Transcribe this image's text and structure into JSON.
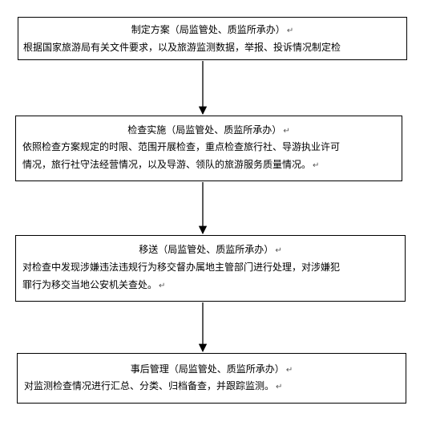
{
  "return_mark": "↵",
  "steps": [
    {
      "title": "制定方案（局监管处、质监所承办）",
      "lines": [
        "根据国家旅游局有关文件要求，以及旅游监测数据，举报、投诉情况制定检"
      ]
    },
    {
      "title": "检查实施（局监管处、质监所承办）",
      "lines": [
        "依照检查方案规定的时限、范围开展检查，重点检查旅行社、导游执业许可",
        "情况，旅行社守法经营情况，以及导游、领队的旅游服务质量情况。"
      ]
    },
    {
      "title": "移送（局监管处、质监所承办）",
      "lines": [
        "对检查中发现涉嫌违法违规行为移交督办属地主管部门进行处理，对涉嫌犯",
        "罪行为移交当地公安机关查处。"
      ]
    },
    {
      "title": "事后管理（局监管处、质监所承办）",
      "lines": [
        "对监测检查情况进行汇总、分类、归档备查，并跟踪监测。"
      ]
    }
  ]
}
